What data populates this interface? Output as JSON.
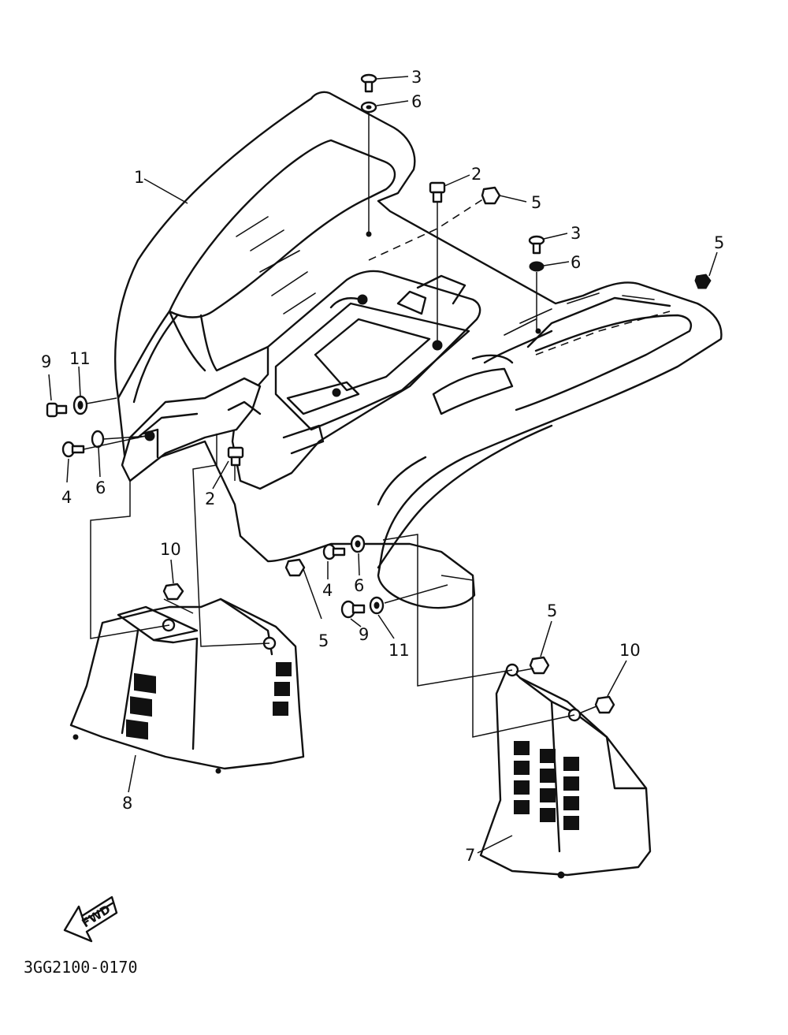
{
  "diagram": {
    "drawing_code": "3GG2100-0170",
    "fwd_label": "FWD",
    "callouts": [
      {
        "id": "c1",
        "number": "1"
      },
      {
        "id": "c2a",
        "number": "2"
      },
      {
        "id": "c2b",
        "number": "2"
      },
      {
        "id": "c3a",
        "number": "3"
      },
      {
        "id": "c3b",
        "number": "3"
      },
      {
        "id": "c4a",
        "number": "4"
      },
      {
        "id": "c4b",
        "number": "4"
      },
      {
        "id": "c5a",
        "number": "5"
      },
      {
        "id": "c5b",
        "number": "5"
      },
      {
        "id": "c5c",
        "number": "5"
      },
      {
        "id": "c5d",
        "number": "5"
      },
      {
        "id": "c6a",
        "number": "6"
      },
      {
        "id": "c6b",
        "number": "6"
      },
      {
        "id": "c6c",
        "number": "6"
      },
      {
        "id": "c6d",
        "number": "6"
      },
      {
        "id": "c7",
        "number": "7"
      },
      {
        "id": "c8",
        "number": "8"
      },
      {
        "id": "c9a",
        "number": "9"
      },
      {
        "id": "c9b",
        "number": "9"
      },
      {
        "id": "c10a",
        "number": "10"
      },
      {
        "id": "c10b",
        "number": "10"
      },
      {
        "id": "c11a",
        "number": "11"
      },
      {
        "id": "c11b",
        "number": "11"
      }
    ]
  }
}
